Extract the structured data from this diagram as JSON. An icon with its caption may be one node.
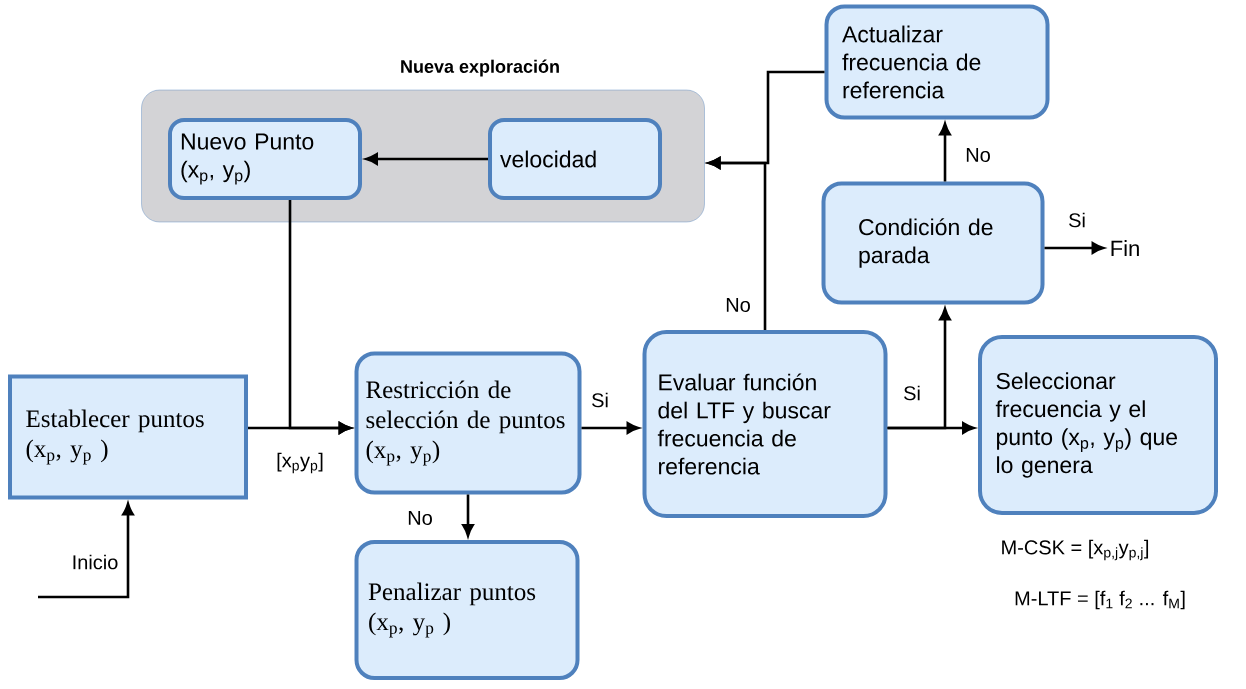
{
  "diagram": {
    "nodes": [
      {
        "text": [
          "Nueva exploración"
        ]
      },
      {
        "text": [
          "Nuevo Punto (x$_{p}$, y$_{p}$)"
        ],
        "in": 0
      },
      {
        "text": [
          "velocidad"
        ],
        "in": 0
      },
      {
        "text": [
          "Establecer puntos (x$_{p}$, y$_{p}$ )"
        ]
      },
      {
        "text": [
          "Restricción de selección de puntos (x$_{p}$, y$_{p}$)"
        ]
      },
      {
        "text": [
          "Penalizar puntos (x$_{p}$, y$_{p}$ )"
        ]
      },
      {
        "text": [
          "Evaluar función del LTF y buscar frecuencia de referencia"
        ]
      },
      {
        "text": [
          "Actualizar frecuencia de referencia"
        ]
      },
      {
        "text": [
          "Condición de parada"
        ]
      },
      {
        "text": [
          "Seleccionar frecuencia y el punto (x$_{p}$, y$_{p}$) que lo genera"
        ]
      },
      {
        "text": [
          "Fin"
        ]
      }
    ],
    "edges": [
      {
        "from": null,
        "to": 3,
        "arrow": "to",
        "label": "Inicio"
      },
      {
        "from": 3,
        "to": 4,
        "arrow": "to",
        "label": "[x$_{p}$y$_{p}$]"
      },
      {
        "from": 1,
        "to": 4,
        "arrow": "to"
      },
      {
        "from": 2,
        "to": 1,
        "arrow": "to"
      },
      {
        "from": 4,
        "to": 6,
        "arrow": "to",
        "label": "Si"
      },
      {
        "from": 4,
        "to": 5,
        "arrow": "to",
        "label": "No"
      },
      {
        "from": 6,
        "to": 0,
        "arrow": "to",
        "label": "No"
      },
      {
        "from": 7,
        "to": 0,
        "arrow": "to"
      },
      {
        "from": 6,
        "to": 9,
        "arrow": "to",
        "label": "Si"
      },
      {
        "from": 6,
        "to": 8,
        "arrow": "to"
      },
      {
        "from": 8,
        "to": 7,
        "arrow": "to",
        "label": "No"
      },
      {
        "from": 8,
        "to": 10,
        "arrow": "to",
        "label": "Si"
      }
    ],
    "labels": [
      "M-CSK = [x$_{p,j}$y$_{p,j}$]",
      "M-LTF = [f$_{1}$ f$_{2}$ ... f$_{M}$]"
    ]
  }
}
